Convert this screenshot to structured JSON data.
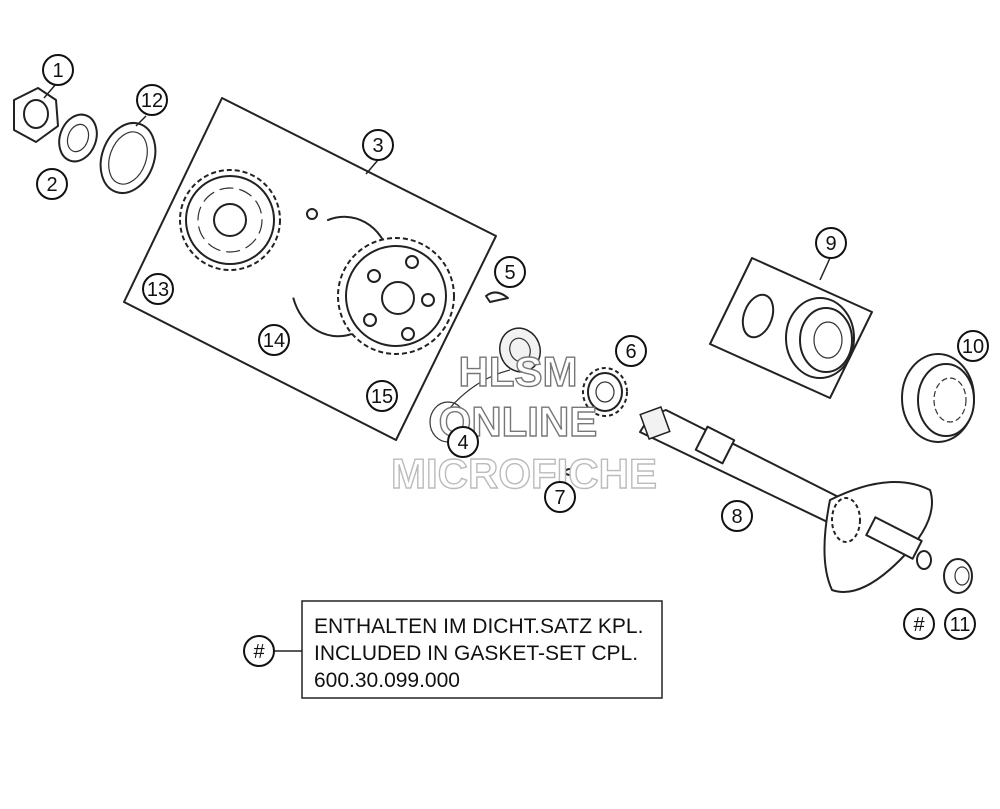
{
  "callouts": {
    "c1": "1",
    "c2": "2",
    "c3": "3",
    "c4": "4",
    "c5": "5",
    "c6": "6",
    "c7": "7",
    "c8": "8",
    "c9": "9",
    "c10": "10",
    "c11": "11",
    "c12": "12",
    "c13": "13",
    "c14": "14",
    "c15": "15",
    "hash_a": "#",
    "hash_b": "#"
  },
  "watermark": {
    "line1": "HLSM",
    "line2": "ONLINE",
    "line3": "MICROFICHE"
  },
  "note": {
    "line1": "ENTHALTEN IM DICHT.SATZ KPL.",
    "line2": "INCLUDED IN GASKET-SET CPL.",
    "line3": "600.30.099.000"
  }
}
